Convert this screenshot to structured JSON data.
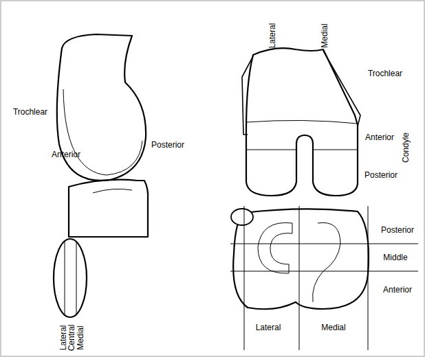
{
  "diagram": {
    "labels": [
      "Trochlear",
      "Anterior",
      "Posterior",
      "Lateral",
      "Medial",
      "Trochlear",
      "Anterior",
      "Posterior",
      "Condyle",
      "Lateral",
      "Central",
      "Medial",
      "Posterior",
      "Middle",
      "Anterior",
      "Lateral",
      "Medial"
    ]
  }
}
